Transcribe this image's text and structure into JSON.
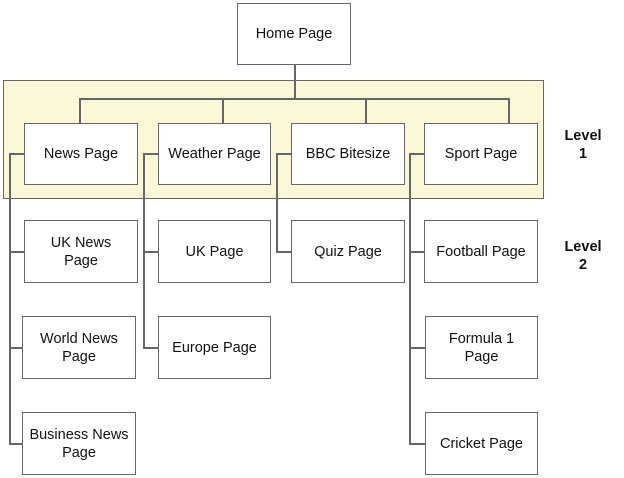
{
  "root": {
    "label": "Home Page"
  },
  "level_labels": [
    {
      "line1": "Level",
      "line2": "1"
    },
    {
      "line1": "Level",
      "line2": "2"
    }
  ],
  "sections": [
    {
      "label": "News Page",
      "children": [
        "UK News Page",
        "World News Page",
        "Business News Page"
      ]
    },
    {
      "label": "Weather Page",
      "children": [
        "UK Page",
        "Europe Page"
      ]
    },
    {
      "label": "BBC Bitesize",
      "children": [
        "Quiz Page"
      ]
    },
    {
      "label": "Sport Page",
      "children": [
        "Football Page",
        "Formula 1 Page",
        "Cricket Page"
      ]
    }
  ],
  "colors": {
    "band": "#faf8d6",
    "border": "#666666"
  }
}
